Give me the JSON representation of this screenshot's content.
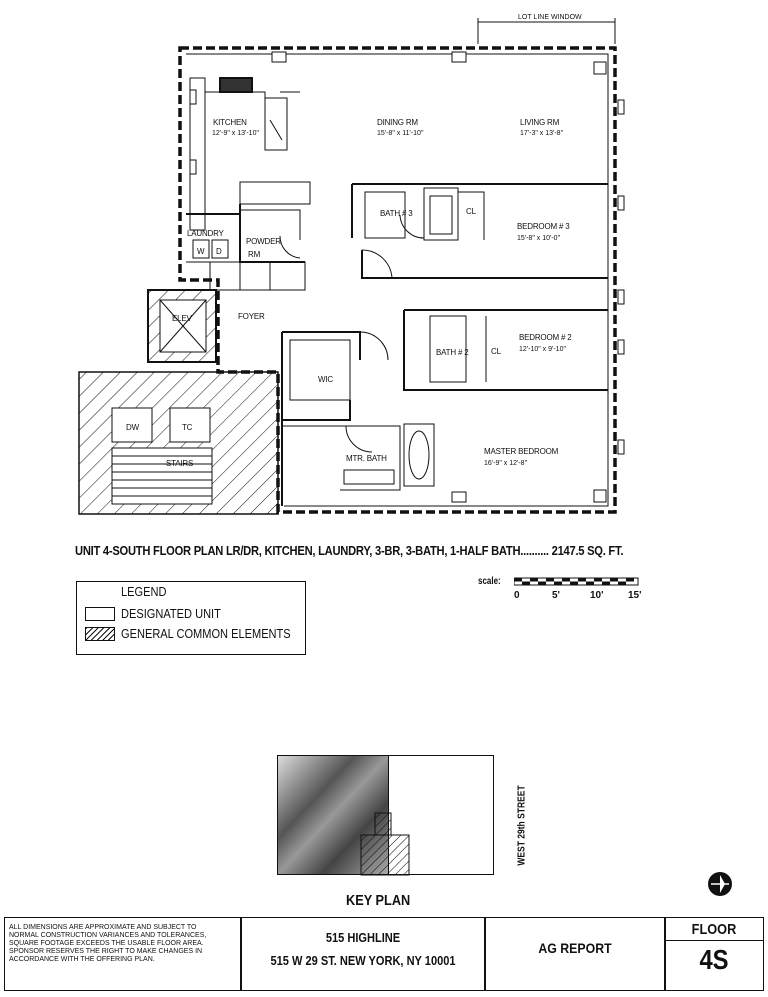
{
  "plan": {
    "lot_line": "LOT LINE WINDOW",
    "rooms": {
      "kitchen": {
        "name": "KITCHEN",
        "dims": "12'-9\" x 13'-10\""
      },
      "dining": {
        "name": "DINING RM",
        "dims": "15'-8\" x 11'-10\""
      },
      "living": {
        "name": "LIVING RM",
        "dims": "17'-3\" x 13'-8\""
      },
      "bath3": {
        "name": "BATH # 3"
      },
      "cl1": {
        "name": "CL"
      },
      "bedroom3": {
        "name": "BEDROOM # 3",
        "dims": "15'-8\" x 10'-0\""
      },
      "laundry": {
        "name": "LAUNDRY"
      },
      "w": {
        "name": "W"
      },
      "d": {
        "name": "D"
      },
      "powder": {
        "name": "POWDER"
      },
      "powder2": {
        "name": "RM"
      },
      "elev": {
        "name": "ELEV"
      },
      "foyer": {
        "name": "FOYER"
      },
      "bath2": {
        "name": "BATH # 2"
      },
      "cl2": {
        "name": "CL"
      },
      "bedroom2": {
        "name": "BEDROOM # 2",
        "dims": "12'-10\" x 9'-10\""
      },
      "wic": {
        "name": "WIC"
      },
      "dw": {
        "name": "DW"
      },
      "tc": {
        "name": "TC"
      },
      "stairs": {
        "name": "STAIRS"
      },
      "mtrbath": {
        "name": "MTR. BATH"
      },
      "master": {
        "name": "MASTER BEDROOM",
        "dims": "16'-9\" x 12'-8\""
      }
    }
  },
  "title": "UNIT 4-SOUTH FLOOR PLAN LR/DR, KITCHEN, LAUNDRY, 3-BR, 3-BATH, 1-HALF BATH.......... 2147.5 SQ. FT.",
  "legend": {
    "heading": "LEGEND",
    "items": [
      {
        "label": "DESIGNATED UNIT"
      },
      {
        "label": "GENERAL COMMON ELEMENTS"
      }
    ]
  },
  "scale": {
    "label": "scale:",
    "ticks": [
      "0",
      "5'",
      "10'",
      "15'"
    ]
  },
  "key_plan": {
    "caption": "KEY PLAN",
    "street": "WEST 29th STREET"
  },
  "title_block": {
    "disclaimer": "ALL DIMENSIONS ARE APPROXIMATE AND SUBJECT TO NORMAL CONSTRUCTION VARIANCES AND TOLERANCES, SQUARE FOOTAGE EXCEEDS THE USABLE FLOOR AREA. SPONSOR RESERVES THE RIGHT TO MAKE CHANGES IN ACCORDANCE WITH THE OFFERING PLAN.",
    "building": "515 HIGHLINE",
    "address": "515 W 29 ST. NEW YORK, NY 10001",
    "report": "AG REPORT",
    "floor_label": "FLOOR",
    "floor_value": "4S"
  }
}
